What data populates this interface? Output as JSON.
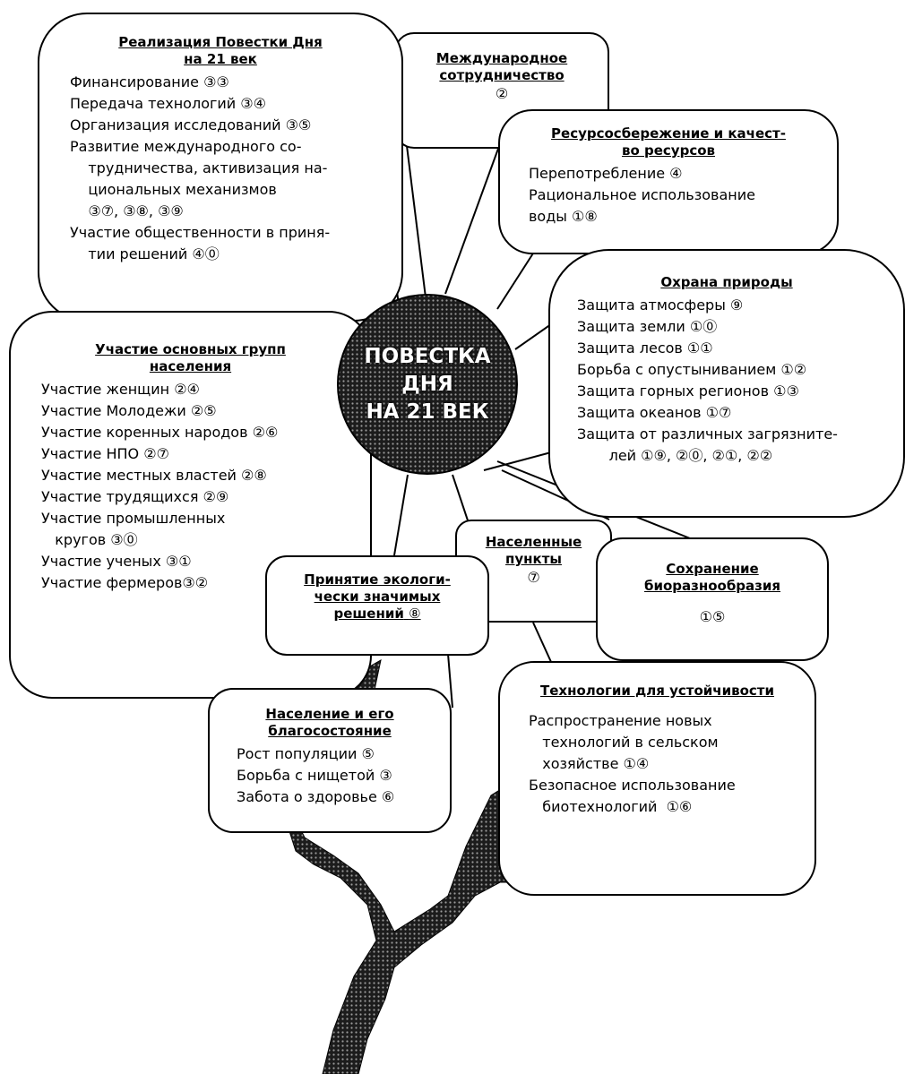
{
  "center": {
    "lines": [
      "ПОВЕСТКА",
      "ДНЯ",
      "НА 21 ВЕК"
    ]
  },
  "realization": {
    "title": [
      "Реализация Повестки Дня",
      "на 21 век"
    ],
    "items": [
      "Финансирование ③③",
      "Передача технологий ③④",
      "Организация исследований ③⑤",
      "Развитие международного со-",
      "    трудничества, активизация на-",
      "    циональных механизмов",
      "    ③⑦, ③⑧, ③⑨",
      "Участие общественности в приня-",
      "    тии решений ④⓪"
    ]
  },
  "cooperation": {
    "title": [
      "Международное",
      "сотрудничество"
    ],
    "number": "②"
  },
  "resources": {
    "title": [
      "Ресурсосбережение и качест-",
      "во ресурсов"
    ],
    "items": [
      "Перепотребление ④",
      "Рациональное использование",
      "воды ①⑧"
    ]
  },
  "nature": {
    "title": [
      "Охрана природы"
    ],
    "items": [
      "Защита атмосферы ⑨",
      "Защита земли ①⓪",
      "Защита лесов ①①",
      "Борьба с опустыниванием ①②",
      "Защита горных регионов ①③",
      "Защита океанов ①⑦",
      "Защита от различных загрязните-",
      "       лей ①⑨, ②⓪, ②①, ②②"
    ]
  },
  "groups": {
    "title": [
      "Участие основных  групп",
      "населения"
    ],
    "items": [
      "Участие женщин ②④",
      "Участие Молодежи ②⑤",
      "Участие коренных народов ②⑥",
      "Участие НПО ②⑦",
      "Участие местных властей ②⑧",
      "Участие трудящихся ②⑨",
      "Участие промышленных",
      "   кругов ③⓪",
      "Участие ученых ③①",
      "Участие фермеров③②"
    ]
  },
  "settlements": {
    "title": [
      "Населенные",
      "пункты"
    ],
    "number": "⑦"
  },
  "biodiversity": {
    "title": [
      "Сохранение",
      "биоразнообразия"
    ],
    "number": "①⑤"
  },
  "decisions": {
    "title": [
      "Принятие экологи-",
      "чески значимых",
      "решений"
    ],
    "number": "⑧"
  },
  "technologies": {
    "title": [
      "Технологии для устойчивости"
    ],
    "items": [
      "Распространение новых",
      "   технологий в сельском",
      "   хозяйстве ①④",
      "Безопасное использование",
      "   биотехнологий  ①⑥"
    ]
  },
  "population": {
    "title": [
      "Население и его",
      "благосостояние"
    ],
    "items": [
      "Рост популяции ⑤",
      "Борьба с нищетой ③",
      "Забота о здоровье ⑥"
    ]
  }
}
